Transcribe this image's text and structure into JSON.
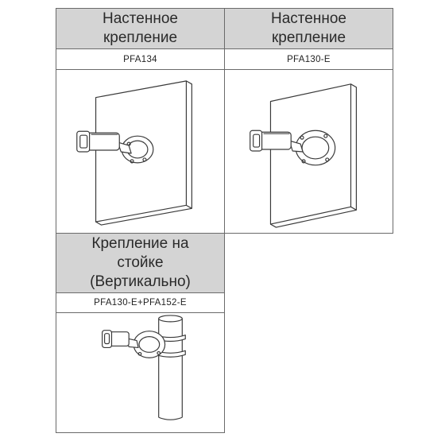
{
  "columns": [
    {
      "title": "Настенное\nкрепление",
      "model": "PFA134",
      "illustration": "camera-wall-mount-icon"
    },
    {
      "title": "Настенное\nкрепление",
      "model": "PFA130-E",
      "illustration": "camera-wall-junction-box-icon"
    },
    {
      "title": "Крепление на\nстойке\n(Вертикально)",
      "model": "PFA130-E+PFA152-E",
      "illustration": "camera-pole-mount-icon"
    }
  ],
  "colors": {
    "header_bg": "#d4d4d4",
    "border": "#6a6a6a",
    "line_art": "#3a3a3a"
  }
}
